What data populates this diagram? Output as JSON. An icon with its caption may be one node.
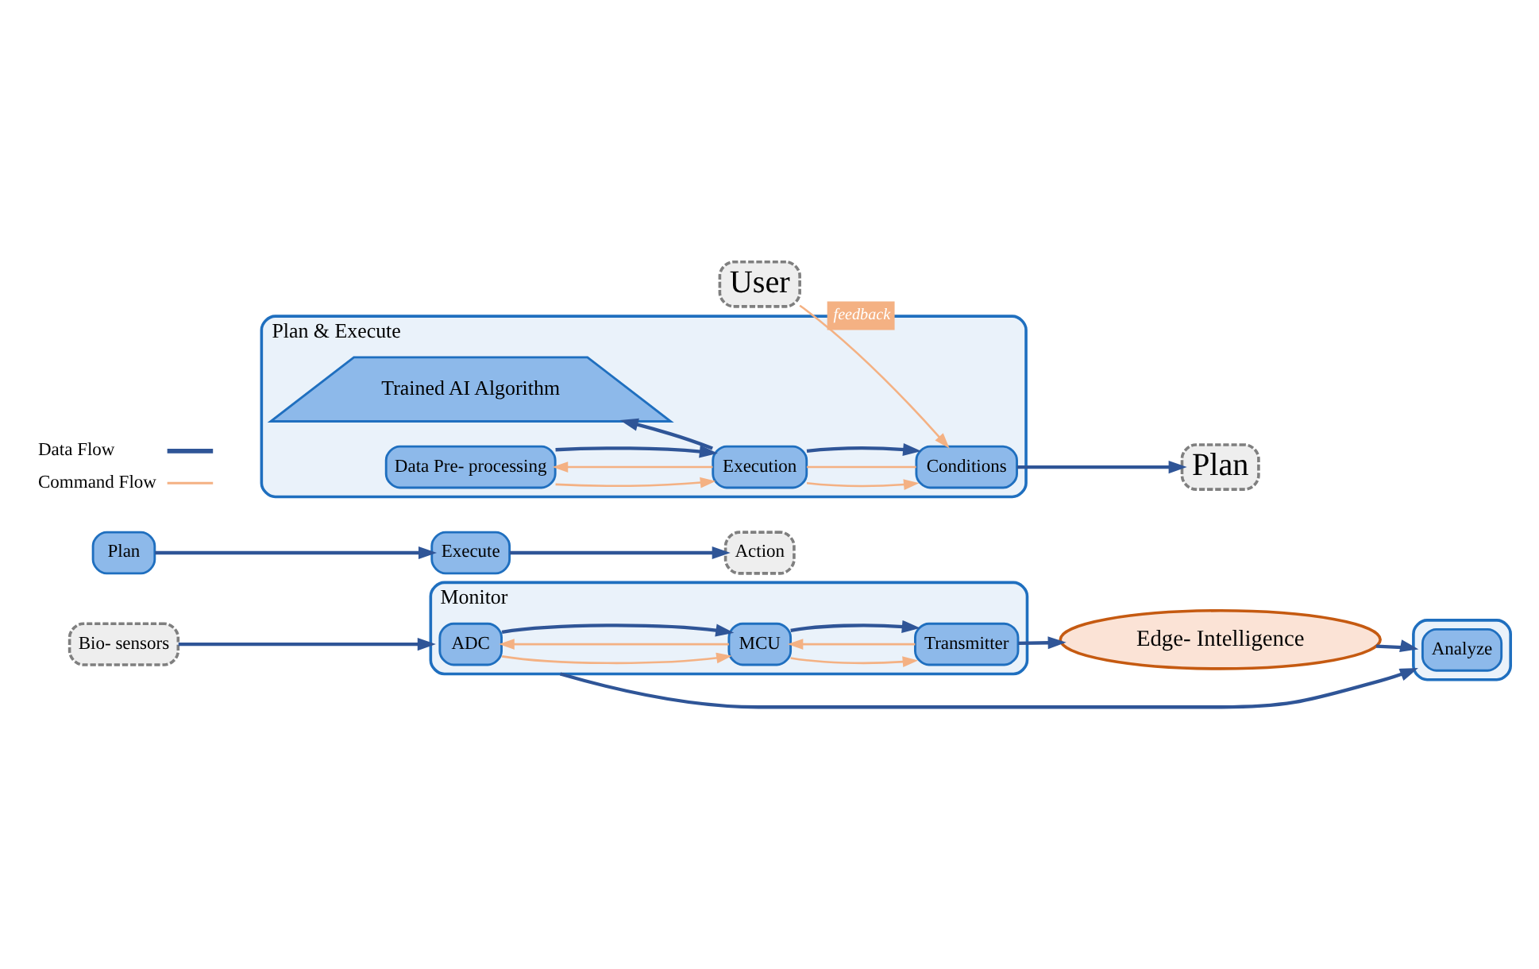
{
  "diagram": {
    "nodes": [
      {
        "text": [
          "Bio- sensors"
        ]
      },
      {
        "text": [
          "Action"
        ]
      },
      {
        "text": [
          "Monitor"
        ]
      },
      {
        "text": [
          "ADC"
        ],
        "in": 2
      },
      {
        "text": [
          "MCU"
        ],
        "in": 2
      },
      {
        "text": [
          "Transmitter"
        ],
        "in": 2
      },
      {
        "text": [],
        "shape": "box"
      },
      {
        "text": [
          "Analyze"
        ],
        "in": 6
      },
      {
        "text": [
          "Execute"
        ]
      },
      {
        "text": [
          "Plan"
        ]
      },
      {
        "text": [
          "Edge- Intelligence"
        ]
      },
      {
        "text": [
          "Plan & Execute"
        ]
      },
      {
        "text": [
          "Trained AI Algorithm"
        ],
        "in": 11
      },
      {
        "text": [
          "Data Pre- processing"
        ],
        "in": 11
      },
      {
        "text": [
          "Execution"
        ],
        "in": 11
      },
      {
        "text": [
          "Conditions"
        ],
        "in": 11
      },
      {
        "text": [
          "User"
        ]
      },
      {
        "text": [
          "Plan"
        ]
      }
    ],
    "edges": [
      {
        "from": 0,
        "to": 2,
        "arrow": "to"
      },
      {
        "from": 4,
        "to": 3,
        "arrow": "to",
        "color": "#f4b183"
      },
      {
        "from": 3,
        "to": 4,
        "arrow": "to",
        "color": "#f4b183"
      },
      {
        "from": 3,
        "to": 4,
        "arrow": "to"
      },
      {
        "from": 4,
        "to": 5,
        "arrow": "to",
        "color": "#f4b183"
      },
      {
        "from": 5,
        "to": 4,
        "arrow": "to",
        "color": "#f4b183"
      },
      {
        "from": 4,
        "to": 5,
        "arrow": "to"
      },
      {
        "from": 2,
        "to": 6,
        "arrow": "to"
      },
      {
        "from": 5,
        "to": 10,
        "arrow": "to"
      },
      {
        "from": 10,
        "to": 6,
        "arrow": "to"
      },
      {
        "from": 9,
        "to": 8,
        "arrow": "to"
      },
      {
        "from": 8,
        "to": 1,
        "arrow": "to"
      },
      {
        "from": 14,
        "to": 13,
        "arrow": "to",
        "color": "#f4b183"
      },
      {
        "from": 13,
        "to": 14,
        "arrow": "to",
        "color": "#f4b183"
      },
      {
        "from": 13,
        "to": 14,
        "arrow": "to"
      },
      {
        "from": 14,
        "to": 12,
        "arrow": "to"
      },
      {
        "from": 14,
        "to": 15,
        "arrow": "to",
        "color": "#f4b183"
      },
      {
        "from": 14,
        "to": 15,
        "arrow": "none",
        "color": "#f4b183"
      },
      {
        "from": 14,
        "to": 15,
        "arrow": "to"
      },
      {
        "from": 16,
        "to": 15,
        "arrow": "to",
        "label": "feedback",
        "color": "#f4b183"
      },
      {
        "from": 15,
        "to": 17,
        "arrow": "to"
      }
    ],
    "legend": [
      {
        "text": "Data Flow"
      },
      {
        "text": "Command Flow"
      }
    ]
  }
}
